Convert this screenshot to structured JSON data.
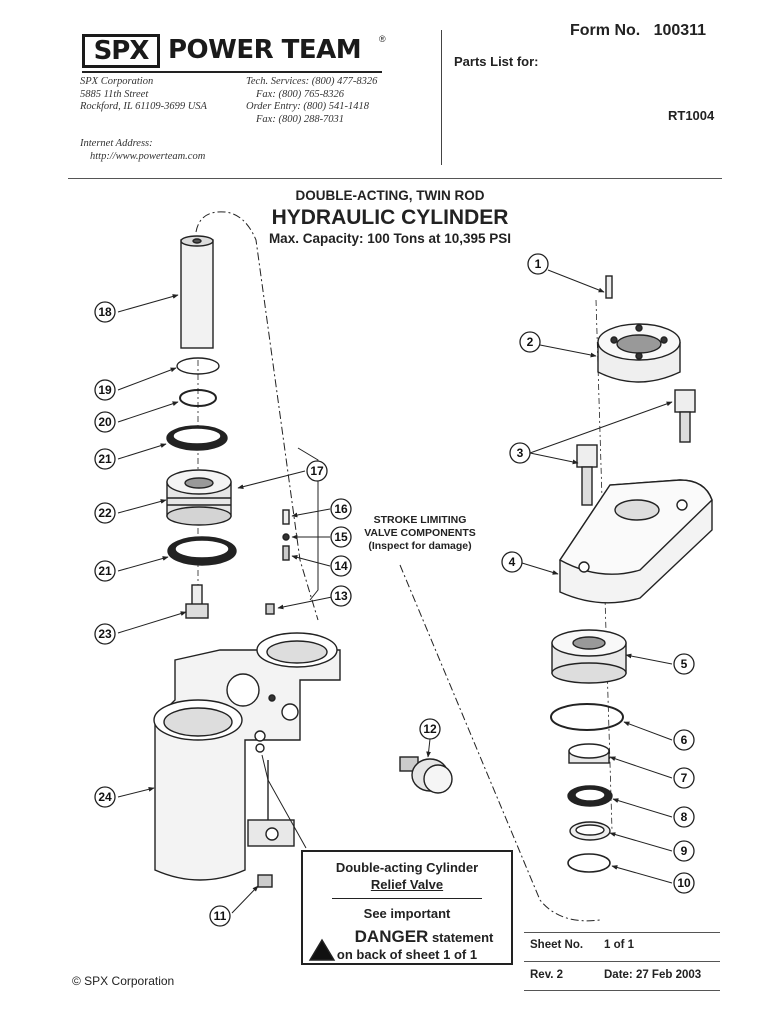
{
  "header": {
    "logo_spx": "SPX",
    "logo_name": "POWER TEAM",
    "logo_reg": "®",
    "company": [
      "SPX Corporation",
      "5885 11th Street",
      "Rockford, IL 61109-3699 USA"
    ],
    "contacts": [
      "Tech. Services: (800) 477-8326",
      "Fax: (800) 765-8326",
      "Order Entry: (800) 541-1418",
      "Fax: (800) 288-7031"
    ],
    "internet_label": "Internet Address:",
    "internet_url": "http://www.powerteam.com",
    "form_no_label": "Form No.",
    "form_no": "100311",
    "parts_list_label": "Parts List for:",
    "model": "RT1004"
  },
  "title": {
    "line1": "DOUBLE-ACTING,  TWIN ROD",
    "line2": "HYDRAULIC CYLINDER",
    "line3": "Max. Capacity: 100 Tons at 10,395 PSI"
  },
  "stroke_note": [
    "STROKE LIMITING",
    "VALVE COMPONENTS",
    "(Inspect for damage)"
  ],
  "relief_box": {
    "line1": "Double-acting Cylinder",
    "line2": "Relief Valve",
    "line3": "See important",
    "danger": "DANGER",
    "statement": "statement",
    "line5": "on back of sheet 1 of 1"
  },
  "callouts": [
    "1",
    "2",
    "3",
    "4",
    "5",
    "6",
    "7",
    "8",
    "9",
    "10",
    "11",
    "12",
    "13",
    "14",
    "15",
    "16",
    "17",
    "18",
    "19",
    "20",
    "21",
    "21",
    "22",
    "23",
    "24"
  ],
  "footer": {
    "sheet_label": "Sheet No.",
    "sheet_value": "1 of 1",
    "rev_label": "Rev. 2",
    "date_label": "Date: 27 Feb 2003",
    "copyright": "© SPX Corporation"
  }
}
